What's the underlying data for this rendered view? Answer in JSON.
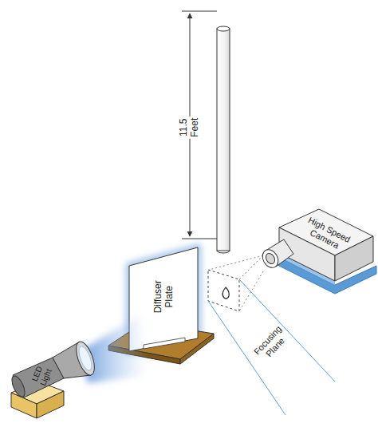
{
  "diagram": {
    "nodes": [
      {
        "text": [
          "High Speed Camera"
        ]
      },
      {
        "text": [
          "Diffuser Plate"
        ]
      },
      {
        "text": [
          "LED Light"
        ]
      }
    ],
    "labels": [
      "11.5 Feet",
      "Focusing Plane"
    ]
  }
}
